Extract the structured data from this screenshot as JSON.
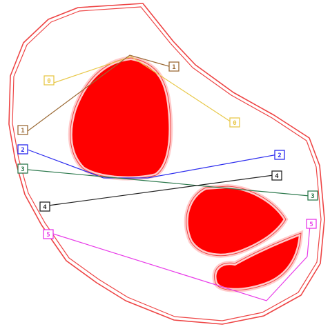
{
  "colors": {
    "background": "#ffffff",
    "outline": "#ee4444",
    "region_fill": "#ff0000",
    "region_halo": "#ffcccc",
    "tag_fill": "#ffffff"
  },
  "lines": [
    {
      "id": "l0",
      "label": "0",
      "color": "#e8c84a"
    },
    {
      "id": "l1",
      "label": "1",
      "color": "#9b6a35"
    },
    {
      "id": "l2",
      "label": "2",
      "color": "#2a2aee"
    },
    {
      "id": "l3",
      "label": "3",
      "color": "#2e7a4e"
    },
    {
      "id": "l4",
      "label": "4",
      "color": "#222222"
    },
    {
      "id": "l5",
      "label": "5",
      "color": "#e83ae8"
    }
  ]
}
